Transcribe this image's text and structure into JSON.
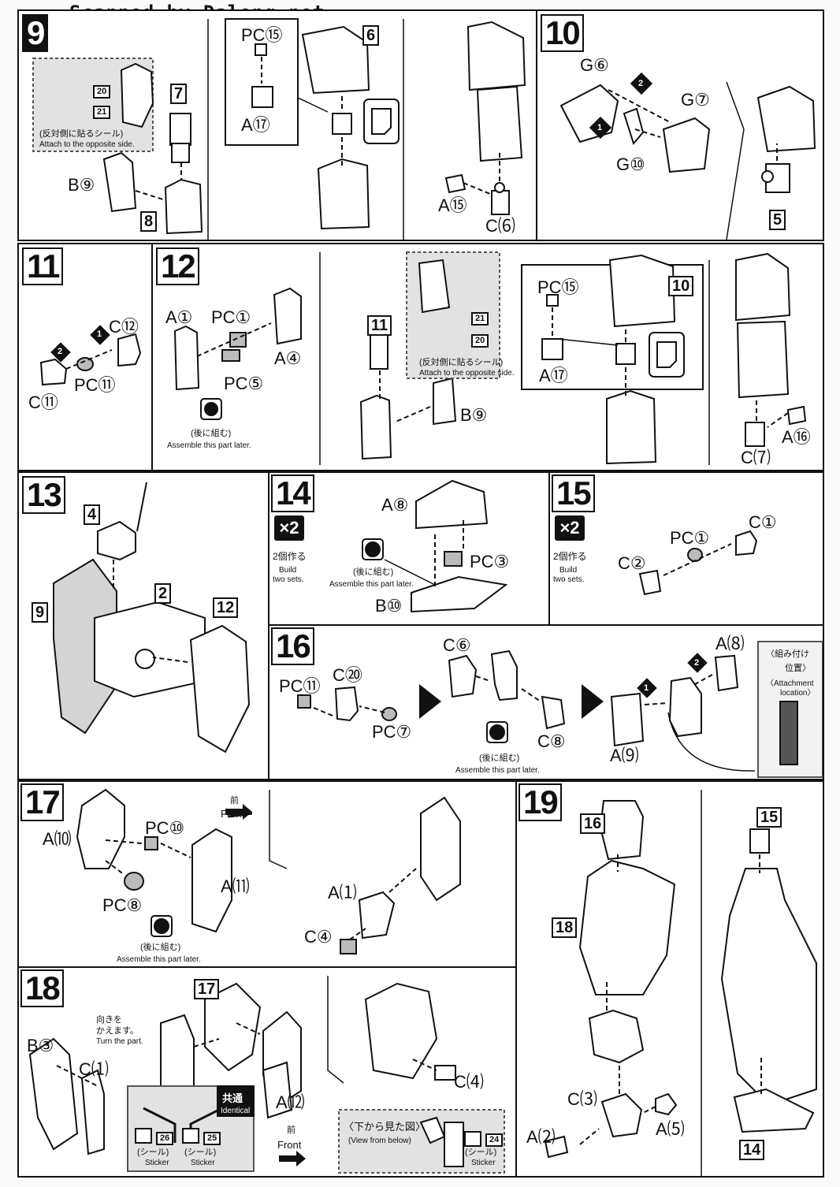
{
  "header": {
    "watermark": "Scanned by Dalong.net"
  },
  "steps": {
    "s9": {
      "num": "9",
      "labels": {
        "pc15": "PC⑮",
        "a17": "A⑰",
        "b9": "B⑨",
        "a15": "A⑮",
        "c25": "C⑹"
      },
      "boxes": {
        "b6": "6",
        "b7": "7",
        "b8": "8",
        "b20": "20",
        "b21": "21"
      },
      "note_jp": "(反対側に貼るシール)",
      "note_en": "Attach to the opposite side."
    },
    "s10": {
      "num": "10",
      "labels": {
        "g6": "G⑥",
        "g7": "G⑦",
        "g10": "G⑩",
        "n1": "1",
        "n2": "2"
      },
      "boxes": {
        "b5": "5"
      }
    },
    "s11": {
      "num": "11",
      "labels": {
        "c12": "C⑫",
        "c11": "C⑪",
        "pc11": "PC⑪",
        "n1": "1",
        "n2": "2"
      }
    },
    "s12": {
      "num": "12",
      "labels": {
        "a1": "A①",
        "pc1": "PC①",
        "a4": "A④",
        "pc5": "PC⑤",
        "b9": "B⑨",
        "pc15": "PC⑮",
        "a17": "A⑰",
        "a16": "A⑯",
        "c26": "C⑺"
      },
      "boxes": {
        "b11": "11",
        "b10": "10",
        "b21": "21",
        "b20": "20"
      },
      "later_jp": "(後に組む)",
      "later_en": "Assemble this part later.",
      "note_jp": "(反対側に貼るシール)",
      "note_en": "Attach to the opposite side."
    },
    "s13": {
      "num": "13",
      "boxes": {
        "b4": "4",
        "b2": "2",
        "b9": "9",
        "b12": "12"
      }
    },
    "s14": {
      "num": "14",
      "badge": "×2",
      "build_jp": "2個作る",
      "build_en1": "Build",
      "build_en2": "two sets.",
      "labels": {
        "a8": "A⑧",
        "pc3": "PC③",
        "b10": "B⑩"
      },
      "later_jp": "(後に組む)",
      "later_en": "Assemble this part later."
    },
    "s15": {
      "num": "15",
      "badge": "×2",
      "build_jp": "2個作る",
      "build_en1": "Build",
      "build_en2": "two sets.",
      "labels": {
        "c1": "C①",
        "pc1": "PC①",
        "c2": "C②"
      }
    },
    "s16": {
      "num": "16",
      "labels": {
        "pc11": "PC⑪",
        "c20": "C⑳",
        "pc7": "PC⑦",
        "c6": "C⑥",
        "c8": "C⑧",
        "a28": "A⑻",
        "a29": "A⑼",
        "n1": "1",
        "n2": "2"
      },
      "later_jp": "(後に組む)",
      "later_en": "Assemble this part later.",
      "attach_jp1": "〈組み付け",
      "attach_jp2": "位置〉",
      "attach_en1": "〈Attachment",
      "attach_en2": "location〉"
    },
    "s17": {
      "num": "17",
      "labels": {
        "a30": "A⑽",
        "pc10": "PC⑩",
        "pc8": "PC⑧",
        "a31": "A⑾",
        "a21": "A⑴",
        "c4": "C④"
      },
      "front_jp": "前",
      "front_en": "Front",
      "later_jp": "(後に組む)",
      "later_en": "Assemble this part later."
    },
    "s18": {
      "num": "18",
      "labels": {
        "b3": "B③",
        "c21": "C⑴",
        "a32": "A⑿",
        "c24": "C⑷"
      },
      "boxes": {
        "b17": "17",
        "b26": "26",
        "b25": "25",
        "b24": "24"
      },
      "turn_jp1": "向きを",
      "turn_jp2": "かえます。",
      "turn_en": "Turn the part.",
      "identical_jp": "共通",
      "identical_en": "Identical",
      "sticker_jp": "(シール)",
      "sticker_en": "Sticker",
      "front_jp": "前",
      "front_en": "Front",
      "view_jp": "〈下から見た図〉",
      "view_en": "(View from below)"
    },
    "s19": {
      "num": "19",
      "labels": {
        "c23": "C⑶",
        "a22": "A⑵",
        "a25": "A⑸"
      },
      "boxes": {
        "b16": "16",
        "b18": "18",
        "b15": "15",
        "b14": "14"
      }
    }
  }
}
